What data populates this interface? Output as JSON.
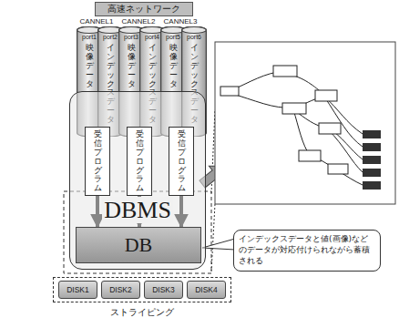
{
  "diagram": {
    "nodes": [
      {
        "text": [
          "高速ネットワーク"
        ]
      },
      {
        "text": [
          "port1",
          "映像データ"
        ]
      },
      {
        "text": [
          "port2",
          "インデックスデータ"
        ]
      },
      {
        "text": [
          "port3",
          "映像データ"
        ]
      },
      {
        "text": [
          "port4",
          "インデックスデータ"
        ]
      },
      {
        "text": [
          "port5",
          "映像データ"
        ]
      },
      {
        "text": [
          "port6",
          "インデックスデータ"
        ]
      },
      {
        "text": [
          "DBMS"
        ]
      },
      {
        "text": [
          "受信プログラム"
        ],
        "in": 7
      },
      {
        "text": [
          "受信プログラム"
        ],
        "in": 7
      },
      {
        "text": [
          "受信プログラム"
        ],
        "in": 7
      },
      {
        "text": [
          "DB"
        ],
        "in": 7
      },
      {
        "text": [
          "インデックスデータと値(画像)などのデータが対応付けられながら蓄積される"
        ]
      },
      {
        "text": [
          "ストライピング"
        ]
      },
      {
        "text": [
          "DISK1"
        ],
        "in": 13
      },
      {
        "text": [
          "DISK2"
        ],
        "in": 13
      },
      {
        "text": [
          "DISK3"
        ],
        "in": 13
      },
      {
        "text": [
          "DISK4"
        ],
        "in": 13
      }
    ],
    "edges": [
      {
        "from": 8,
        "to": 11,
        "arrow": "to"
      },
      {
        "from": 9,
        "to": 11,
        "arrow": "to"
      },
      {
        "from": 10,
        "to": 11,
        "arrow": "to"
      }
    ],
    "labels": [
      "CANNEL1",
      "CANNEL2",
      "CANNEL3"
    ]
  }
}
